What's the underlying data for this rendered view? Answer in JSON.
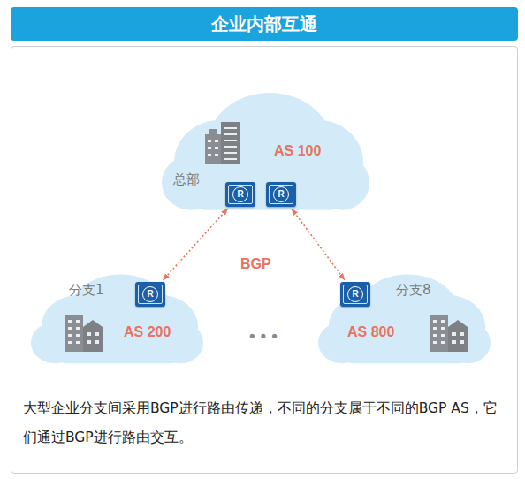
{
  "diagram": {
    "title": "企业内部互通",
    "caption": "大型企业分支间采用BGP进行路由传递，不同的分支属于不同的BGP AS，它们通过BGP进行路由交互。",
    "nodes": [
      {
        "text": [
          "总部",
          "AS 100"
        ]
      },
      {
        "text": [
          "R"
        ],
        "in": 0
      },
      {
        "text": [
          "R"
        ],
        "in": 0
      },
      {
        "text": [
          "分支1",
          "AS 200"
        ]
      },
      {
        "text": [
          "R"
        ],
        "in": 3
      },
      {
        "text": [
          "分支8",
          "AS 800"
        ]
      },
      {
        "text": [
          "R"
        ],
        "in": 5
      }
    ],
    "edges": [
      {
        "from": 1,
        "to": 4,
        "arrow": "both"
      },
      {
        "from": 2,
        "to": 6,
        "arrow": "both"
      }
    ],
    "labels": [
      "BGP",
      "•••"
    ]
  }
}
